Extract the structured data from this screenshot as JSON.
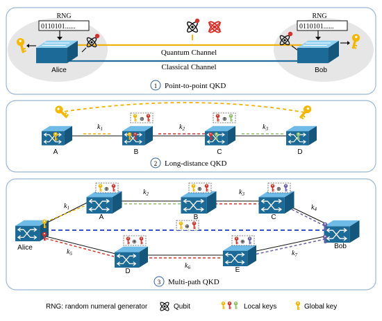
{
  "panel1": {
    "alice": "Alice",
    "bob": "Bob",
    "rng_label_left": "RNG",
    "rng_bits_left": "0110101......",
    "rng_label_right": "RNG",
    "rng_bits_right": "0110101......",
    "quantum_channel": "Quantum Channel",
    "classical_channel": "Classical Channel",
    "caption_num": "1",
    "caption": "Point-to-point QKD"
  },
  "panel2": {
    "nodes": [
      "A",
      "B",
      "C",
      "D"
    ],
    "k1": "k",
    "k1_sub": "1",
    "k2": "k",
    "k2_sub": "2",
    "k3": "k",
    "k3_sub": "3",
    "caption_num": "2",
    "caption": "Long-distance QKD"
  },
  "panel3": {
    "alice": "Alice",
    "bob": "Bob",
    "nodes": [
      "A",
      "B",
      "C",
      "D",
      "E"
    ],
    "k1": "k",
    "k1_sub": "1",
    "k2": "k",
    "k2_sub": "2",
    "k3": "k",
    "k3_sub": "3",
    "k4": "k",
    "k4_sub": "4",
    "k5": "k",
    "k5_sub": "5",
    "k6": "k",
    "k6_sub": "6",
    "k7": "k",
    "k7_sub": "7",
    "caption_num": "3",
    "caption": "Multi-path QKD"
  },
  "legend": {
    "rng": "RNG: random numeral generator",
    "qubit": "Qubit",
    "local_keys": "Local keys",
    "global_key": "Global key"
  },
  "colors": {
    "panel_border": "#9bb6d6",
    "switch_top": "#4aa3d8",
    "switch_side": "#1f6e9e",
    "quantum_line": "#f0b100",
    "classical_line": "#1f6e9e",
    "key_yellow": "#f5b700",
    "key_red": "#d8312b",
    "key_green": "#8fc06a",
    "key_purple": "#6a5fa8",
    "dash_blue": "#1a36c8"
  }
}
